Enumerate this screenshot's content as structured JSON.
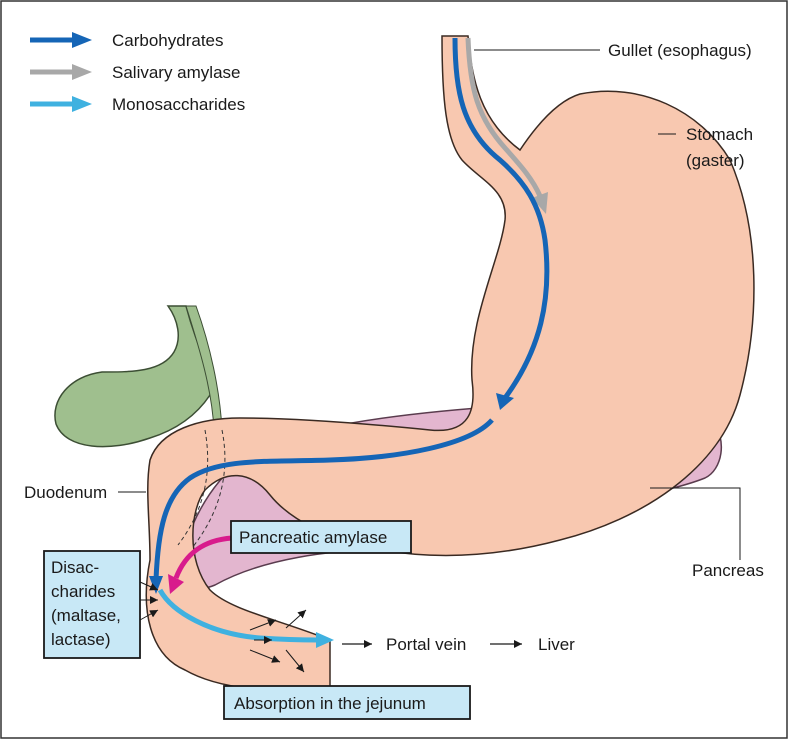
{
  "legend": [
    {
      "label": "Carbohydrates",
      "color": "#1565b6"
    },
    {
      "label": "Salivary amylase",
      "color": "#a8a8a8"
    },
    {
      "label": "Monosaccharides",
      "color": "#3fb1e0"
    }
  ],
  "labels": {
    "gullet": "Gullet (esophagus)",
    "stomach_line1": "Stomach",
    "stomach_line2": "(gaster)",
    "duodenum": "Duodenum",
    "pancreas": "Pancreas",
    "portal_vein": "Portal vein",
    "liver": "Liver"
  },
  "boxes": {
    "pancreatic_amylase": "Pancreatic amylase",
    "disaccharides_line1": "Disac-",
    "disaccharides_line2": "charides",
    "disaccharides_line3": "(maltase,",
    "disaccharides_line4": "lactase)",
    "absorption": "Absorption in the jejunum"
  },
  "colors": {
    "stomach_fill": "#f8c8b0",
    "pancreas_fill": "#e3b6cf",
    "gallbladder_fill": "#9fbf8e",
    "box_fill": "#c8e8f6",
    "pancreatic_amylase_arrow": "#d81b8c"
  }
}
